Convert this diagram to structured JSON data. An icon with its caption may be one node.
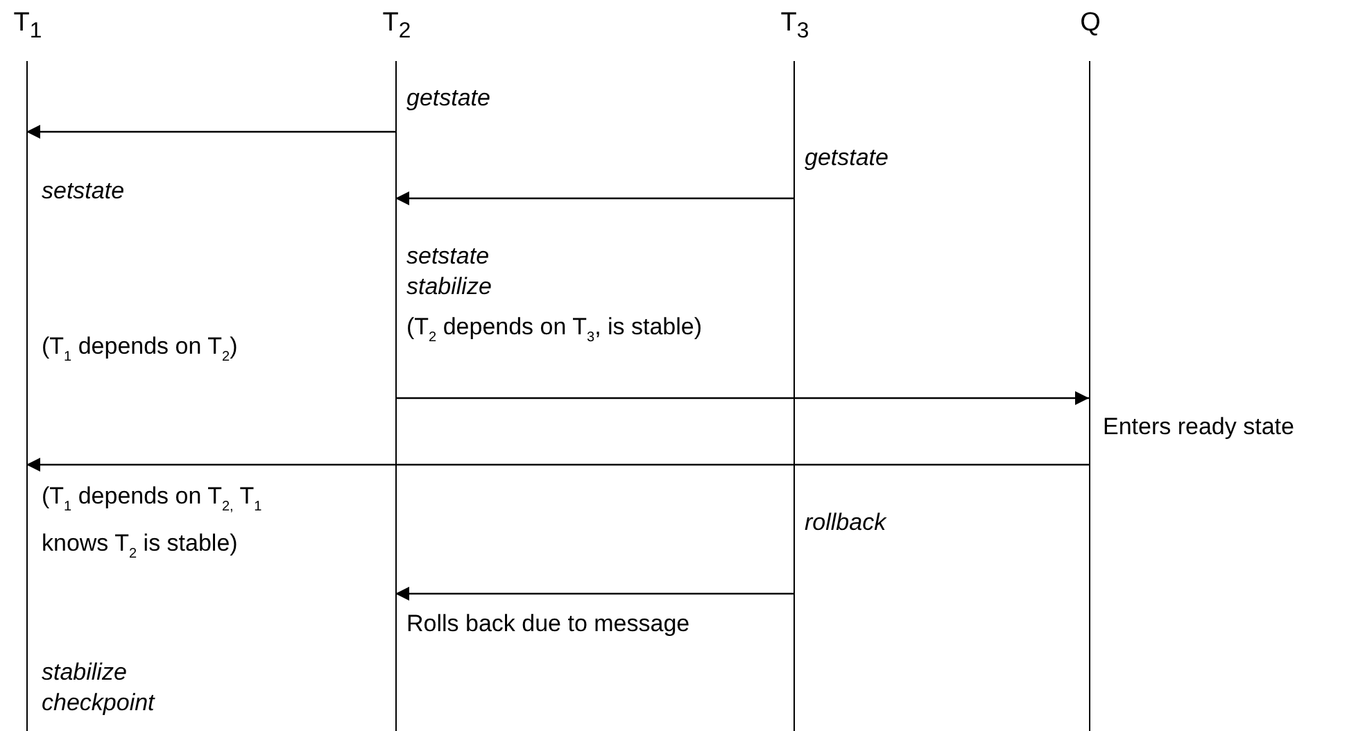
{
  "diagram": {
    "nodes": [
      {
        "text": [
          "T$_{1}$"
        ]
      },
      {
        "text": [
          "T$_{2}$"
        ]
      },
      {
        "text": [
          "T$_{3}$"
        ]
      },
      {
        "text": [
          "Q"
        ]
      }
    ],
    "edges": [
      {
        "from": 1,
        "to": 0,
        "arrow": "to",
        "label": "getstate"
      },
      {
        "from": 2,
        "to": 1,
        "arrow": "to",
        "label": "getstate"
      },
      {
        "from": 1,
        "to": 3,
        "arrow": "to"
      },
      {
        "from": 3,
        "to": 0,
        "arrow": "to"
      },
      {
        "from": 2,
        "to": 1,
        "arrow": "to",
        "label": "rollback"
      }
    ],
    "labels": [
      "setstate",
      "setstate",
      "stabilize",
      "(T$_{1}$ depends on T$_{2}$)",
      "(T$_{2}$ depends on T$_{3}$, is stable)",
      "Enters ready state",
      "(T$_{1}$ depends on T$_{2,}$ T$_{1}$ knows T$_{2}$ is stable)",
      "Rolls back due to message",
      "stabilize",
      "checkpoint"
    ]
  }
}
